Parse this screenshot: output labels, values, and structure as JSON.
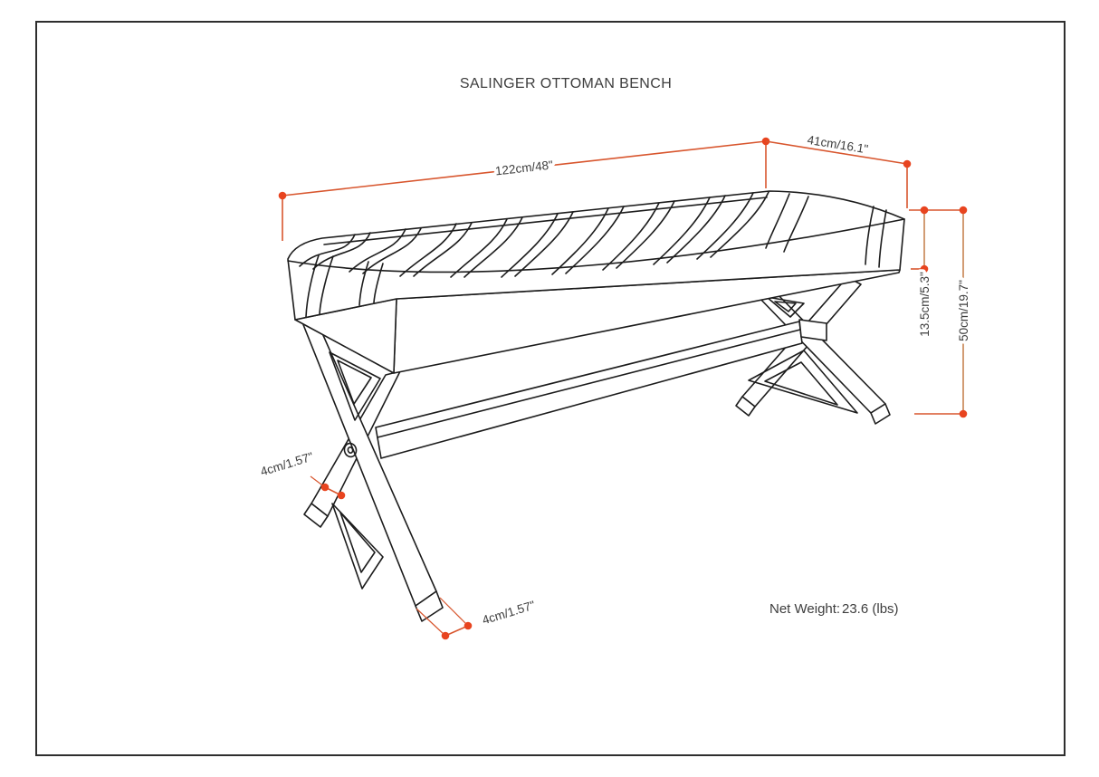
{
  "header": {
    "title": "SALINGER OTTOMAN BENCH"
  },
  "product": {
    "name": "Salinger Ottoman Bench",
    "net_weight_label": "Net Weight:",
    "net_weight_value": "23.6 (lbs)"
  },
  "dimensions": {
    "width": "122cm/48\"",
    "depth": "41cm/16.1\"",
    "cushion_thickness": "13.5cm/5.3\"",
    "overall_height": "50cm/19.7\"",
    "strut_width": "4cm/1.57\"",
    "foot_width": "4cm/1.57\""
  },
  "colors": {
    "dimension_line": "#D8562E",
    "dimension_vertical": "#C68351",
    "dimension_dot": "#E8441F",
    "drawing_line": "#1c1c1c",
    "text": "#3d3d3d",
    "border_color": "#2e2e2e"
  }
}
